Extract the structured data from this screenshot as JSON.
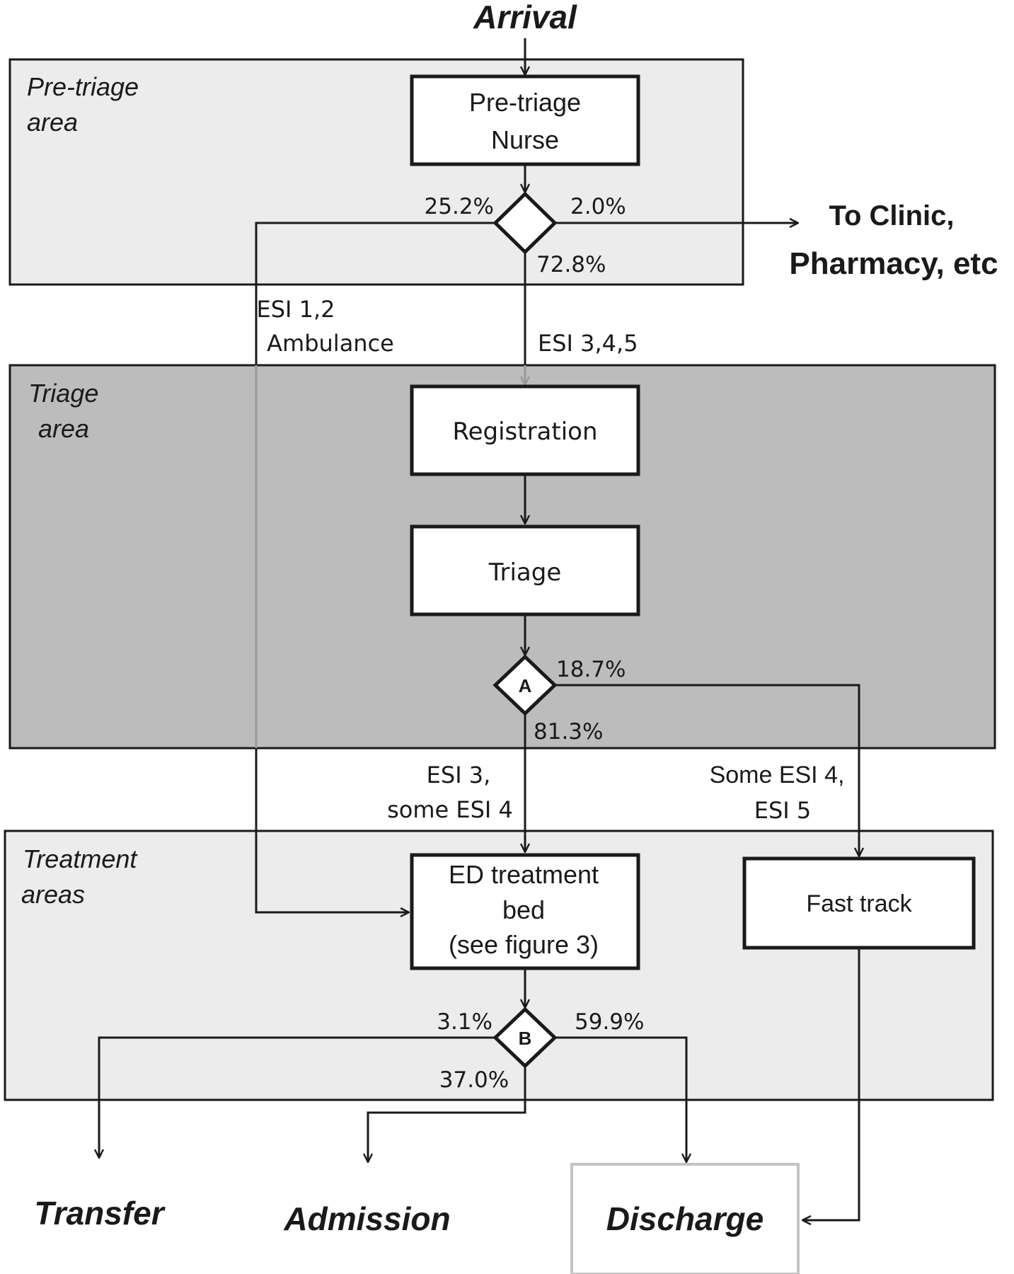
{
  "arrival": "Arrival",
  "areas": {
    "pretriage": {
      "line1": "Pre-triage",
      "line2": "area"
    },
    "triage": {
      "line1": "Triage",
      "line2": "area"
    },
    "treatment": {
      "line1": "Treatment",
      "line2": "areas"
    }
  },
  "boxes": {
    "pretriage_nurse": {
      "line1": "Pre-triage",
      "line2": "Nurse"
    },
    "registration": "Registration",
    "triage": "Triage",
    "ed_bed": {
      "line1": "ED treatment",
      "line2": "bed",
      "line3": "(see figure 3)"
    },
    "fast_track": "Fast track"
  },
  "decisions": {
    "first": {
      "left": "25.2%",
      "right": "2.0%",
      "down": "72.8%"
    },
    "a": {
      "label": "A",
      "right": "18.7%",
      "down": "81.3%"
    },
    "b": {
      "label": "B",
      "left": "3.1%",
      "right": "59.9%",
      "down": "37.0%"
    }
  },
  "edge_labels": {
    "esi12": {
      "line1": "ESI 1,2",
      "line2": "Ambulance"
    },
    "esi345": "ESI 3,4,5",
    "esi3some4": {
      "line1": "ESI 3,",
      "line2": "some ESI 4"
    },
    "some4esi5": {
      "line1": "Some ESI 4,",
      "line2": "ESI 5"
    }
  },
  "outcomes": {
    "clinic": {
      "line1": "To Clinic,",
      "line2": "Pharmacy, etc"
    },
    "transfer": "Transfer",
    "admission": "Admission",
    "discharge": "Discharge"
  },
  "colors": {
    "pretriage_area": "#ececec",
    "triage_area": "#bcbcbc",
    "treatment_area": "#ececec",
    "line": "#1a1a1a",
    "faint_line": "#999999",
    "discharge_border": "#c4c4c4"
  }
}
